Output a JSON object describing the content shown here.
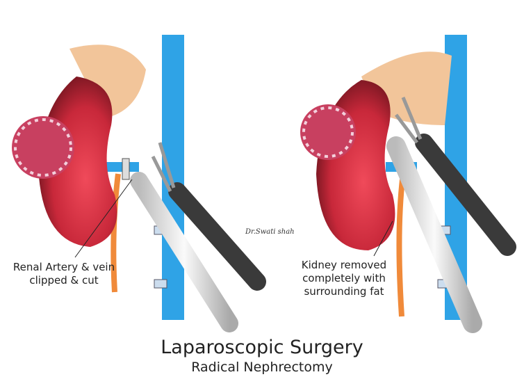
{
  "labels": {
    "left": "Renal Artery & vein clipped & cut",
    "right": "Kidney removed completely with surrounding fat"
  },
  "title": "Laparoscopic Surgery",
  "subtitle": "Radical Nephrectomy",
  "signature": "Dr.Swati shah",
  "colors": {
    "vessel_blue": "#2fa3e6",
    "artery_orange": "#f08a3a",
    "kidney_red": "#c8283a",
    "fat_tan": "#f2c59a",
    "instrument_dark": "#3a3a3a"
  }
}
